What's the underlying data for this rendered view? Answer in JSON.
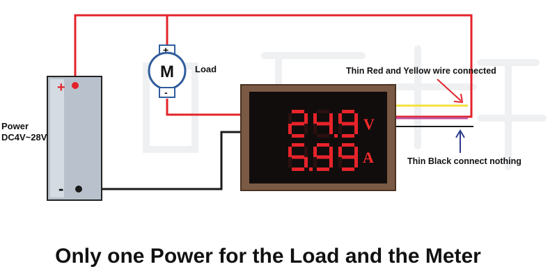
{
  "power": {
    "title": "Power",
    "range": "DC4V~28V",
    "plus_symbol": "+",
    "minus_symbol": "-"
  },
  "motor": {
    "symbol": "M",
    "label": "Load",
    "plus_symbol": "+",
    "minus_symbol": "-"
  },
  "meter": {
    "voltage_reading": "24.9",
    "current_reading": "5.99",
    "voltage_unit": "V",
    "current_unit": "A"
  },
  "annotations": {
    "red_yellow": "Thin Red and Yellow wire connected",
    "black": "Thin Black connect nothing"
  },
  "caption": "Only one Power for the Load and the Meter",
  "colors": {
    "wire_red": "#e3232b",
    "wire_black": "#1a1a1a",
    "wire_yellow": "#f2e23a",
    "wire_pink": "#c2539a",
    "arrow_blue": "#2d3a8c",
    "meter_frame": "#7a5a44",
    "meter_screen": "#120d0d",
    "display_red": "#e8232a",
    "battery_fill": "#b9c2cc",
    "motor_blue": "#2f5d9c"
  }
}
